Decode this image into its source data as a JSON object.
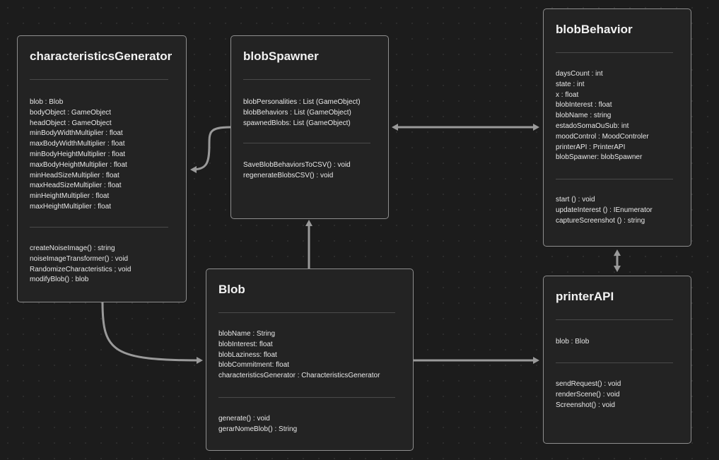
{
  "nodes": {
    "characteristicsGenerator": {
      "title": "characteristicsGenerator",
      "fields": [
        "blob : Blob",
        "bodyObject : GameObject",
        "headObject : GameObject",
        "minBodyWidthMultiplier : float",
        "maxBodyWidthMultiplier : float",
        "minBodyHeightMultiplier : float",
        "maxBodyHeightMultiplier : float",
        "minHeadSizeMultiplier : float",
        "maxHeadSizeMultiplier : float",
        "minHeightMultiplier : float",
        "maxHeightMultiplier : float"
      ],
      "methods": [
        "createNoiseImage() : string",
        "noiseImageTransformer() : void",
        "RandomizeCharacteristics ; void",
        "modifyBlob() : blob"
      ]
    },
    "blobSpawner": {
      "title": "blobSpawner",
      "fields": [
        "blobPersonalities : List (GameObject)",
        "blobBehaviors : List (GameObject)",
        "spawnedBlobs: List (GameObject)"
      ],
      "methods": [
        "SaveBlobBehaviorsToCSV() : void",
        "regenerateBlobsCSV() : void"
      ]
    },
    "blobBehavior": {
      "title": "blobBehavior",
      "fields": [
        "daysCount : int",
        "state : int",
        "x : float",
        "blobInterest : float",
        "blobName : string",
        "estadoSomaOuSub: int",
        "moodControl : MoodControler",
        "printerAPI : PrinterAPI",
        "blobSpawner: blobSpawner"
      ],
      "methods": [
        "start () : void",
        "updateInterest () : IEnumerator",
        "captureScreenshot () : string"
      ]
    },
    "Blob": {
      "title": "Blob",
      "fields": [
        "blobName : String",
        "blobInterest: float",
        "blobLaziness: float",
        "blobCommitment: float",
        "characteristicsGenerator : CharacteristicsGenerator"
      ],
      "methods": [
        "generate() : void",
        "gerarNomeBlob() : String"
      ]
    },
    "printerAPI": {
      "title": "printerAPI",
      "fields": [
        "blob : Blob"
      ],
      "methods": [
        "sendRequest() : void",
        "renderScene() : void",
        "Screenshot() : void"
      ]
    }
  }
}
